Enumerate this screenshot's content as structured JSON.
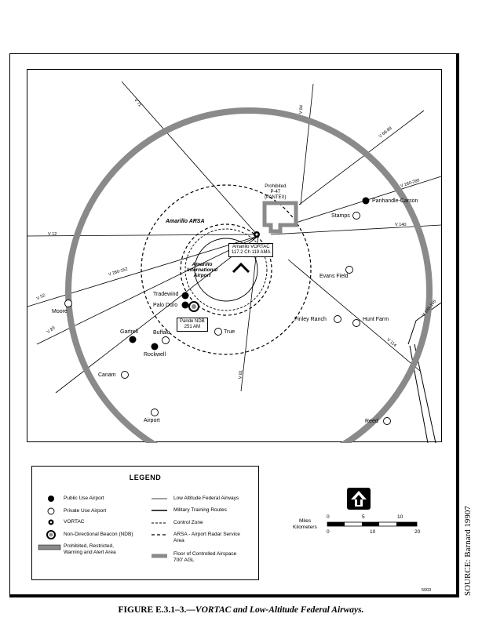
{
  "airways": {
    "v71": "V 71",
    "v84": "V 84",
    "v68": "V 68-89",
    "v280": "V 280-280",
    "v12": "V 12",
    "v140": "V 140",
    "v280_152": "V 280-152",
    "v52": "V 52",
    "v83": "V 83",
    "v81": "V 81",
    "v114": "V 114",
    "v165": "V 165-165"
  },
  "map": {
    "arsa_label": "Amarillo ARSA",
    "prohibited_label": "Prohibited\nP-47\n(PANTEX)",
    "airport_name": "Amarillo\nInternational\nAirport",
    "vortac_label": "Amarillo VORTAC\n117.2 Ch 119 AMA",
    "ndb_label": "Pande NDB\n251 AM"
  },
  "airports": [
    {
      "name": "Panhandle-Carson",
      "type": "public"
    },
    {
      "name": "Stamps",
      "type": "private"
    },
    {
      "name": "Evans Field",
      "type": "private"
    },
    {
      "name": "Finley Ranch",
      "type": "private"
    },
    {
      "name": "Hunt Farm",
      "type": "private"
    },
    {
      "name": "Tradewind",
      "type": "public"
    },
    {
      "name": "Palo Duro",
      "type": "public"
    },
    {
      "name": "Buffalo",
      "type": "private"
    },
    {
      "name": "True",
      "type": "private"
    },
    {
      "name": "Gartrell",
      "type": "public"
    },
    {
      "name": "Rockwell",
      "type": "public"
    },
    {
      "name": "Moore",
      "type": "private"
    },
    {
      "name": "Canam",
      "type": "private"
    },
    {
      "name": "Airport",
      "type": "private"
    },
    {
      "name": "Reed",
      "type": "private"
    }
  ],
  "legend": {
    "title": "LEGEND",
    "public": "Public Use Airport",
    "private": "Private Use Airport",
    "vortac": "VORTAC",
    "ndb": "Non-Directional Beacon (NDB)",
    "prohibited": "Prohibited, Restricted,\nWarning and Alert Area",
    "low_airways": "Low Altitude Federal Airways",
    "military": "Military Training Routes",
    "control_zone": "Control Zone",
    "arsa": "ARSA - Airport Radar Service\nArea",
    "floor": "Floor of Controlled Airspace\n700' AGL"
  },
  "scale": {
    "miles_label": "Miles",
    "km_label": "Kilometers",
    "miles_ticks": [
      "0",
      "5",
      "10"
    ],
    "km_ticks": [
      "0",
      "10",
      "20"
    ]
  },
  "figure_number": "5003",
  "source": "SOURCE: Barnard 19907",
  "caption": {
    "number": "FIGURE E.3.1–3.—",
    "title": "VORTAC and Low-Altitude Federal Airways."
  },
  "colors": {
    "outer_ring": "#8a8a8a",
    "prohibited_fill": "#8a8a8a",
    "ink": "#000000"
  }
}
